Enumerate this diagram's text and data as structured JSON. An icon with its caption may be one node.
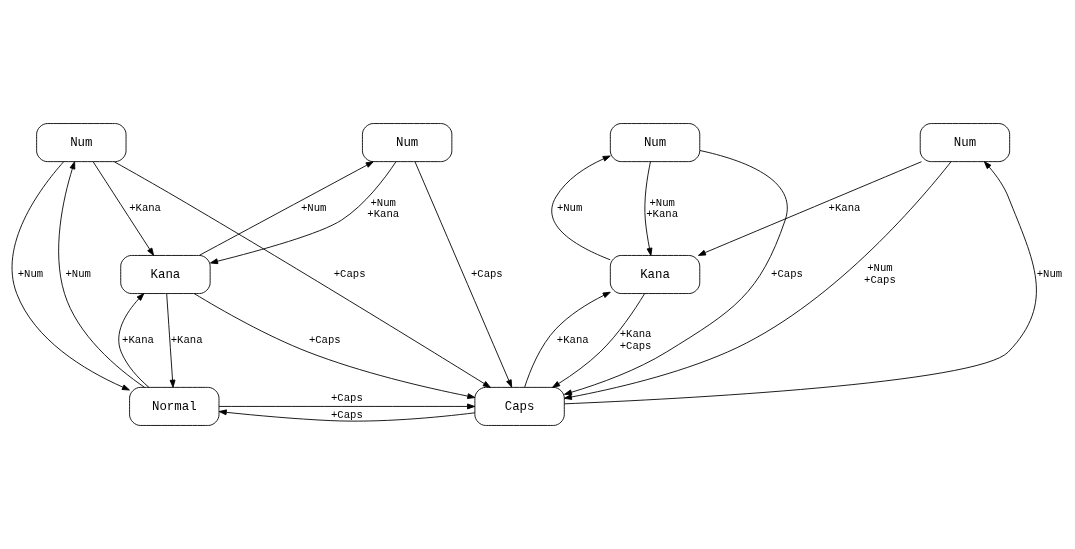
{
  "diagram": {
    "nodes": [
      {
        "text": [
          "Num"
        ]
      },
      {
        "text": [
          "Num"
        ]
      },
      {
        "text": [
          "Num"
        ]
      },
      {
        "text": [
          "Num"
        ]
      },
      {
        "text": [
          "Kana"
        ]
      },
      {
        "text": [
          "Kana"
        ]
      },
      {
        "text": [
          "Normal"
        ]
      },
      {
        "text": [
          "Caps"
        ]
      }
    ],
    "edges": [
      {
        "from": 4,
        "to": 0,
        "arrow": "to",
        "label": "+Num"
      },
      {
        "from": 0,
        "to": 4,
        "arrow": "to",
        "label": "+Num +Kana"
      },
      {
        "from": 0,
        "to": 7,
        "arrow": "to",
        "label": "+Caps"
      },
      {
        "from": 1,
        "to": 4,
        "arrow": "to",
        "label": "+Kana"
      },
      {
        "from": 1,
        "to": 7,
        "arrow": "to",
        "label": "+Caps"
      },
      {
        "from": 6,
        "to": 1,
        "arrow": "to",
        "label": "+Num"
      },
      {
        "from": 1,
        "to": 6,
        "arrow": "to",
        "label": "+Num"
      },
      {
        "from": 4,
        "to": 7,
        "arrow": "to",
        "label": "+Caps"
      },
      {
        "from": 4,
        "to": 6,
        "arrow": "to",
        "label": "+Kana"
      },
      {
        "from": 6,
        "to": 4,
        "arrow": "to",
        "label": "+Kana"
      },
      {
        "from": 6,
        "to": 7,
        "arrow": "to",
        "label": "+Caps"
      },
      {
        "from": 7,
        "to": 6,
        "arrow": "to",
        "label": "+Caps"
      },
      {
        "from": 7,
        "to": 2,
        "arrow": "to",
        "label": "+Num"
      },
      {
        "from": 2,
        "to": 7,
        "arrow": "to",
        "label": "+Num +Caps"
      },
      {
        "from": 2,
        "to": 5,
        "arrow": "to",
        "label": "+Kana"
      },
      {
        "from": 3,
        "to": 7,
        "arrow": "to",
        "label": "+Caps"
      },
      {
        "from": 5,
        "to": 3,
        "arrow": "to",
        "label": "+Num"
      },
      {
        "from": 3,
        "to": 5,
        "arrow": "to",
        "label": "+Num +Kana"
      },
      {
        "from": 7,
        "to": 5,
        "arrow": "to",
        "label": "+Kana"
      },
      {
        "from": 5,
        "to": 7,
        "arrow": "to",
        "label": "+Kana +Caps"
      }
    ]
  }
}
